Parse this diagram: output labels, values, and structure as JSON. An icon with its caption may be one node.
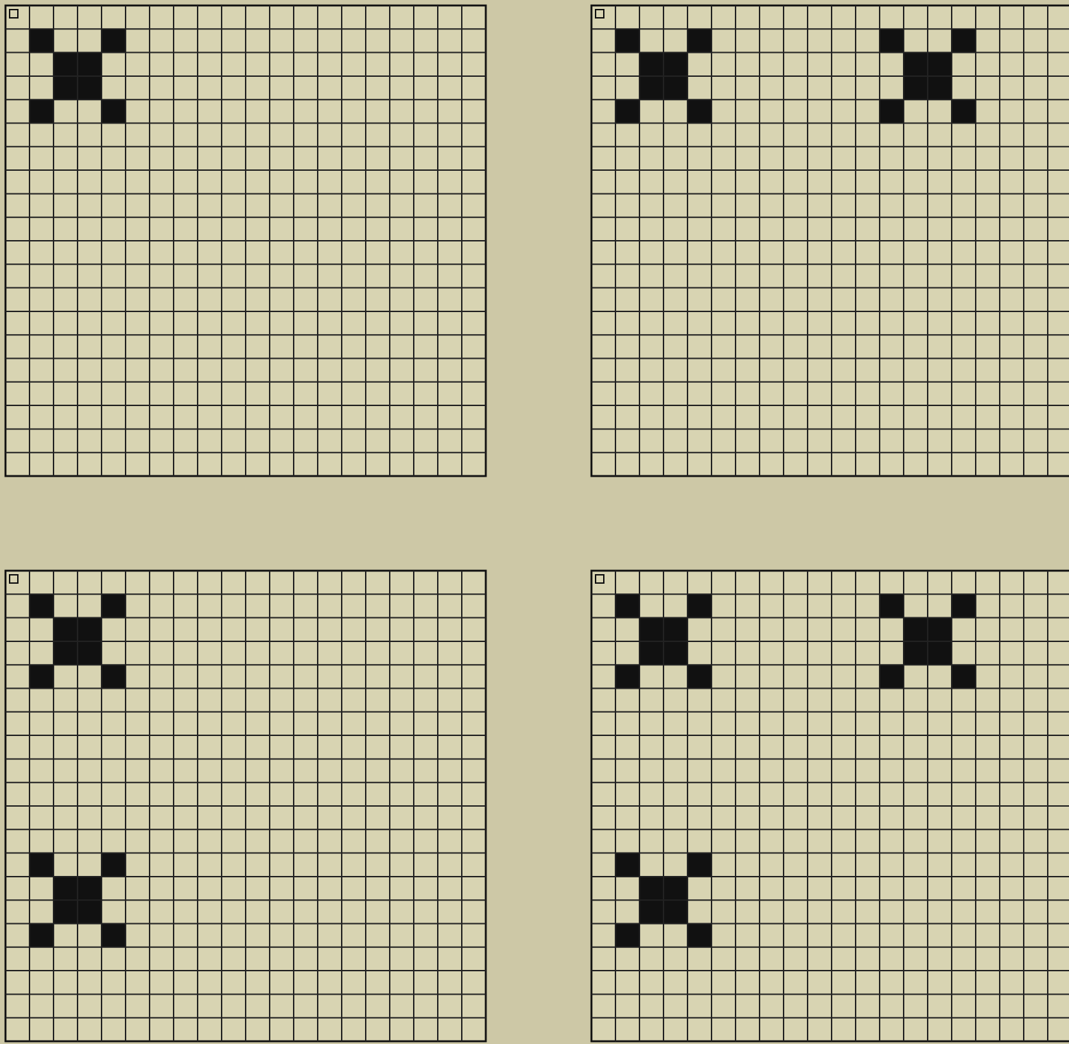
{
  "diagram": {
    "nodes": [
      {
        "text": [],
        "shape": "grid"
      },
      {
        "text": [],
        "shape": "grid"
      },
      {
        "text": [],
        "shape": "grid"
      },
      {
        "text": [],
        "shape": "grid"
      }
    ]
  }
}
